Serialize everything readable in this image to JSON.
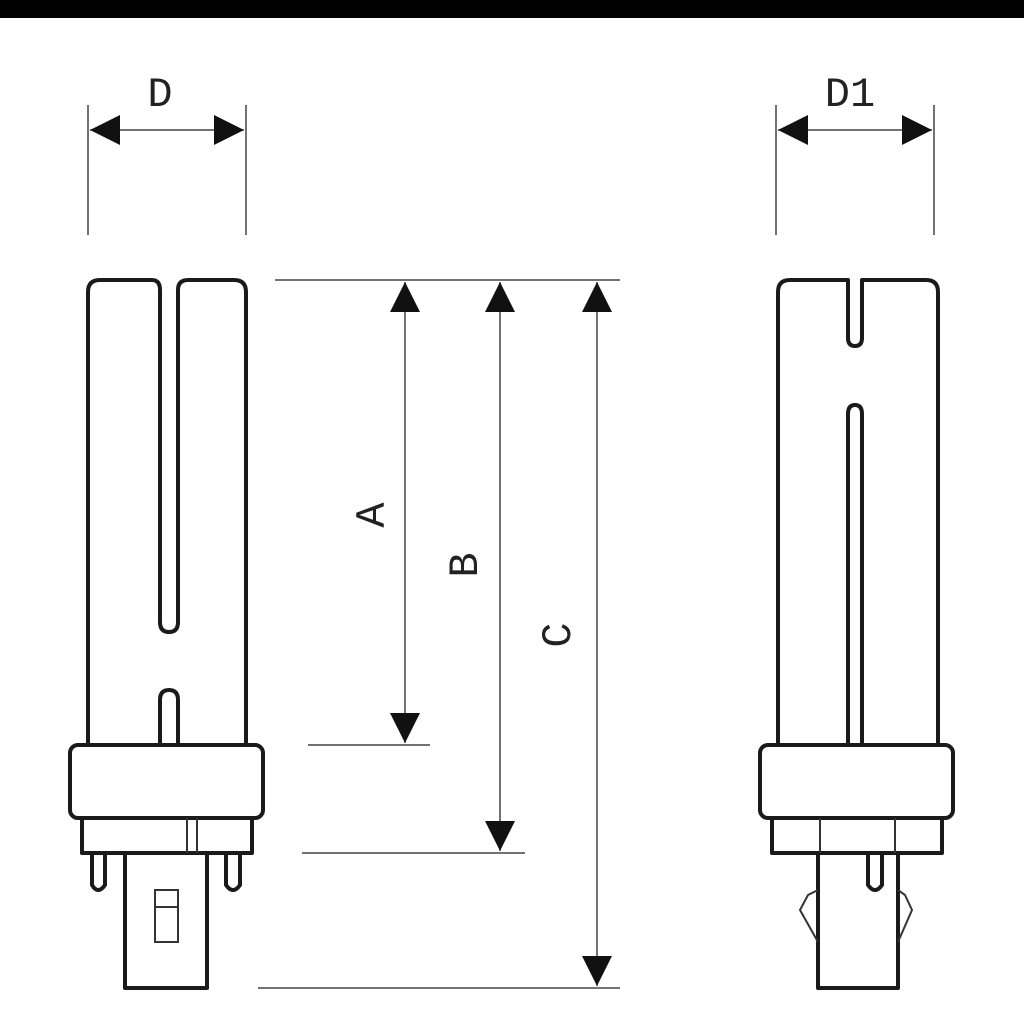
{
  "title_bar": {
    "color": "#000000"
  },
  "dimensions": {
    "D": "D",
    "D1": "D1",
    "A": "A",
    "B": "B",
    "C": "C"
  }
}
